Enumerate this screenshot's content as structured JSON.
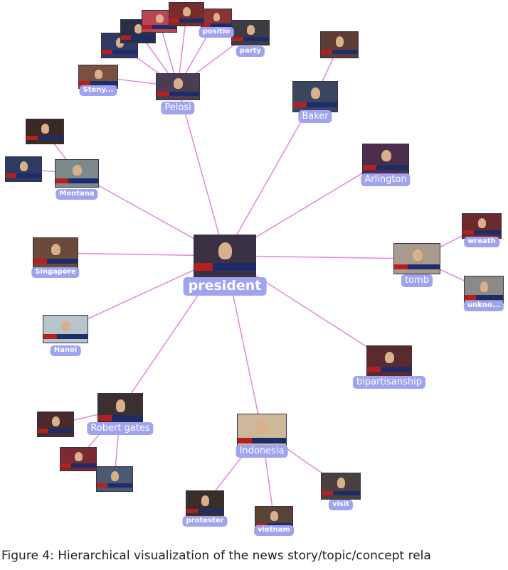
{
  "diagram": {
    "center": {
      "id": "president",
      "label": "president"
    },
    "nodes": [
      {
        "id": "pelosi",
        "label": "Pelosi",
        "parent": "president"
      },
      {
        "id": "baker",
        "label": "Baker",
        "parent": "president"
      },
      {
        "id": "arlington",
        "label": "Arlington",
        "parent": "president"
      },
      {
        "id": "tomb",
        "label": "tomb",
        "parent": "president"
      },
      {
        "id": "bipartisanship",
        "label": "bipartisanship",
        "parent": "president"
      },
      {
        "id": "indonesia",
        "label": "Indonesia",
        "parent": "president"
      },
      {
        "id": "robert_gates",
        "label": "Robert gates",
        "parent": "president"
      },
      {
        "id": "hanoi",
        "label": "Hanoi",
        "parent": "president"
      },
      {
        "id": "singapore",
        "label": "Singapore",
        "parent": "president"
      },
      {
        "id": "montana",
        "label": "Montana",
        "parent": "president"
      },
      {
        "id": "steny",
        "label": "Steny...",
        "parent": "pelosi"
      },
      {
        "id": "party",
        "label": "party",
        "parent": "pelosi"
      },
      {
        "id": "position",
        "label": "positio",
        "parent": "pelosi"
      },
      {
        "id": "pelosi_a",
        "label": "",
        "parent": "pelosi"
      },
      {
        "id": "pelosi_b",
        "label": "",
        "parent": "pelosi"
      },
      {
        "id": "pelosi_c",
        "label": "",
        "parent": "pelosi"
      },
      {
        "id": "pelosi_d",
        "label": "",
        "parent": "pelosi"
      },
      {
        "id": "baker_a",
        "label": "",
        "parent": "baker"
      },
      {
        "id": "montana_a",
        "label": "",
        "parent": "montana"
      },
      {
        "id": "montana_b",
        "label": "",
        "parent": "montana"
      },
      {
        "id": "wreath",
        "label": "wreath",
        "parent": "tomb"
      },
      {
        "id": "unkno",
        "label": "unkno...",
        "parent": "tomb"
      },
      {
        "id": "rg_a",
        "label": "",
        "parent": "robert_gates"
      },
      {
        "id": "rg_b",
        "label": "",
        "parent": "robert_gates"
      },
      {
        "id": "rg_c",
        "label": "",
        "parent": "robert_gates"
      },
      {
        "id": "protester",
        "label": "protester",
        "parent": "indonesia"
      },
      {
        "id": "vietnam",
        "label": "vietnam",
        "parent": "indonesia"
      },
      {
        "id": "visit",
        "label": "visit",
        "parent": "indonesia"
      }
    ]
  },
  "caption": "Figure 4: Hierarchical visualization of the news story/topic/concept rela"
}
